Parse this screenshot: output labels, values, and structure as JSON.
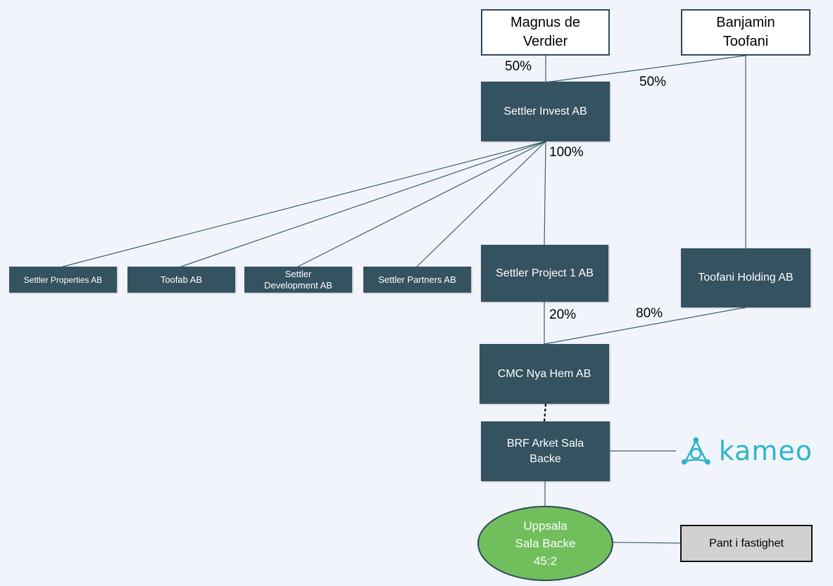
{
  "owners": {
    "magnus": {
      "line1": "Magnus de",
      "line2": "Verdier"
    },
    "banjamin": {
      "line1": "Banjamin",
      "line2": "Toofani"
    }
  },
  "companies": {
    "settler_invest": "Settler Invest AB",
    "settler_properties": "Settler Properties AB",
    "toofab": "Toofab AB",
    "settler_development": {
      "line1": "Settler",
      "line2": "Development AB"
    },
    "settler_partners": "Settler Partners AB",
    "settler_project_1": "Settler Project 1 AB",
    "toofani_holding": "Toofani Holding AB",
    "cmc_nya_hem": "CMC Nya Hem AB",
    "brf_arket": {
      "line1": "BRF Arket Sala",
      "line2": "Backe"
    }
  },
  "ownership": {
    "magnus_invest": "50%",
    "banjamin_invest": "50%",
    "invest_project": "100%",
    "project_cmc": "20%",
    "toofani_cmc": "80%"
  },
  "property": {
    "line1": "Uppsala",
    "line2": "Sala Backe",
    "line3": "45:2"
  },
  "pledge": "Pant i fastighet",
  "lender": {
    "name": "kameo",
    "icon": "kameo-logo-icon",
    "color": "#2fb5c9"
  },
  "colors": {
    "company_fill": "#34525f",
    "owner_fill": "#ffffff",
    "property_fill": "#70be5c",
    "pledge_fill": "#d3d0d0",
    "background": "#f1f5fb"
  }
}
